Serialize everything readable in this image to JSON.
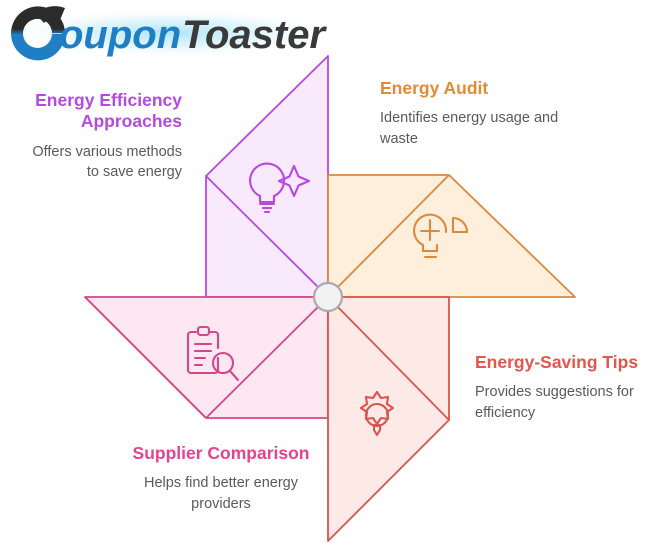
{
  "logo": {
    "brand_part1": "C",
    "brand_part2": "oupon",
    "brand_part3": "Toaster",
    "full_text": "CouponToaster",
    "colors": {
      "dark": "#333333",
      "blue": "#1f7ec4",
      "glow": "#8fd8f2"
    }
  },
  "diagram": {
    "type": "pinwheel",
    "center_label": "hub",
    "blades": [
      {
        "id": "efficiency",
        "title": "Energy\nEfficiency\nApproaches",
        "title_lines": [
          "Energy",
          "Efficiency",
          "Approaches"
        ],
        "description": "Offers various methods to save energy",
        "icon": "lightbulb-sparkle-icon",
        "color": "#b44ae0",
        "fill": "#f7e6fb",
        "position": "top"
      },
      {
        "id": "audit",
        "title": "Energy Audit",
        "title_lines": [
          "Energy Audit"
        ],
        "description": "Identifies energy usage and waste",
        "icon": "lightbulb-piechart-icon",
        "color": "#e08c35",
        "fill": "#fdeedb",
        "position": "right"
      },
      {
        "id": "tips",
        "title": "Energy-Saving\nTips",
        "title_lines": [
          "Energy-Saving",
          "Tips"
        ],
        "description": "Provides suggestions for efficiency",
        "icon": "lightbulb-gear-icon",
        "color": "#e2574c",
        "fill": "#fdeae7",
        "position": "bottom"
      },
      {
        "id": "supplier",
        "title": "Supplier\nComparison",
        "title_lines": [
          "Supplier",
          "Comparison"
        ],
        "description": "Helps find better energy providers",
        "icon": "clipboard-search-icon",
        "color": "#e8418e",
        "fill": "#fde7f1",
        "position": "left"
      }
    ]
  },
  "blocks": {
    "efficiency": {
      "heading": "Energy Efficiency Approaches",
      "description": "Offers various methods to save energy"
    },
    "audit": {
      "heading": "Energy Audit",
      "description": "Identifies energy usage and waste"
    },
    "tips": {
      "heading": "Energy-Saving Tips",
      "description": "Provides suggestions for efficiency"
    },
    "supplier": {
      "heading": "Supplier Comparison",
      "description": "Helps find better energy providers"
    }
  }
}
